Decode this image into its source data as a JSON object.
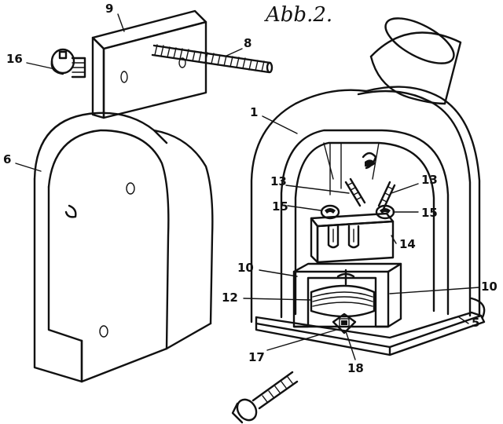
{
  "figure": {
    "caption": "Abb.2."
  },
  "labels": {
    "housing": "1",
    "cover": "6",
    "screw": "8",
    "plate": "9",
    "bracket_left": "10",
    "bracket_right": "10",
    "coil": "12",
    "spring_left": "13",
    "spring_right": "13",
    "terminal_block": "14",
    "knob_left": "15",
    "knob_right": "15",
    "base": "5",
    "nut": "16",
    "bolt_hole": "17",
    "bolt_head": "18"
  },
  "colors": {
    "ink": "#111111",
    "paper": "#ffffff"
  }
}
